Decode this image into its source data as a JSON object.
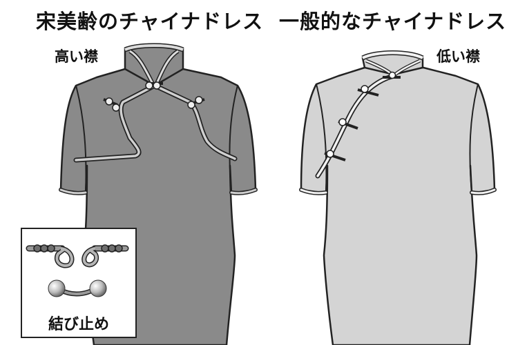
{
  "titles": {
    "left": "宋美齢のチャイナドレス",
    "right": "一般的なチャイナドレス"
  },
  "labels": {
    "high_collar": "高い襟",
    "low_collar": "低い襟",
    "knot_button": "結び止め"
  },
  "colors": {
    "left_dress": "#8a8a8a",
    "right_dress": "#d4d4d4",
    "piping": "#9a9a9a",
    "outline": "#222222"
  }
}
